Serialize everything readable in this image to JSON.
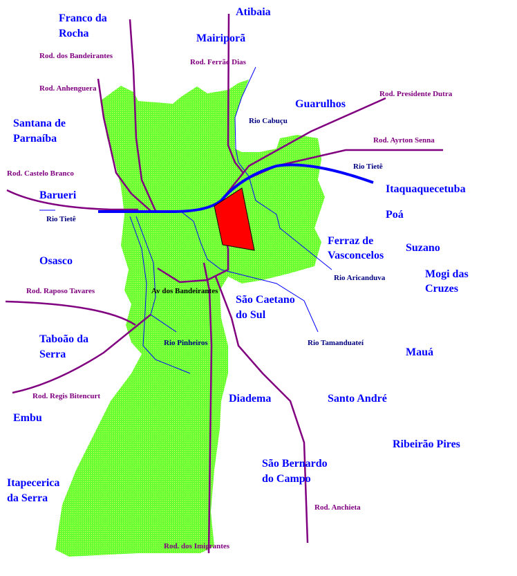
{
  "colors": {
    "city": "#0000ff",
    "road": "#800080",
    "river": "#000080",
    "area": "#80ff40",
    "highlight": "#ff0000"
  },
  "cities": {
    "franco1": "Franco da",
    "franco2": "Rocha",
    "atibaia": "Atibaia",
    "mairipora": "Mairiporã",
    "santana1": "Santana de",
    "santana2": "Parnaíba",
    "guarulhos": "Guarulhos",
    "barueri": "Barueri",
    "itaqua": "Itaquaquecetuba",
    "poa": "Poá",
    "ferraz1": "Ferraz de",
    "ferraz2": "Vasconcelos",
    "suzano": "Suzano",
    "osasco": "Osasco",
    "mogi1": "Mogi das",
    "mogi2": "Cruzes",
    "saocaetano1": "São Caetano",
    "saocaetano2": "do Sul",
    "taboao1": "Taboão da",
    "taboao2": "Serra",
    "maua": "Mauá",
    "diadema": "Diadema",
    "santoandre": "Santo André",
    "embu": "Embu",
    "ribeirao": "Ribeirão Pires",
    "sbc1": "São Bernardo",
    "sbc2": "do Campo",
    "itapecerica1": "Itapecerica",
    "itapecerica2": "da Serra"
  },
  "roads": {
    "bandeirantes": "Rod. dos Bandeirantes",
    "anhanguera": "Rod. Anhenguera",
    "fernao": "Rod. Ferrão Dias",
    "dutra": "Rod. Presidente Dutra",
    "ayrton": "Rod. Ayrton Senna",
    "castelo": "Rod. Castelo Branco",
    "raposo": "Rod. Raposo Tavares",
    "regis": "Rod. Regis Bitencurt",
    "anchieta": "Rod. Anchieta",
    "imigrantes": "Rod. dos Imigrantes"
  },
  "rivers": {
    "cabucu": "Rio Cabuçu",
    "tiete_east": "Rio Tietê",
    "tiete_west": "Rio Tietê",
    "aricanduva": "Rio Aricanduva",
    "pinheiros": "Rio Pinheiros",
    "tamanduatei": "Rio Tamanduateí"
  },
  "avenues": {
    "bandeirantes": "Av dos Bandeirantes"
  }
}
